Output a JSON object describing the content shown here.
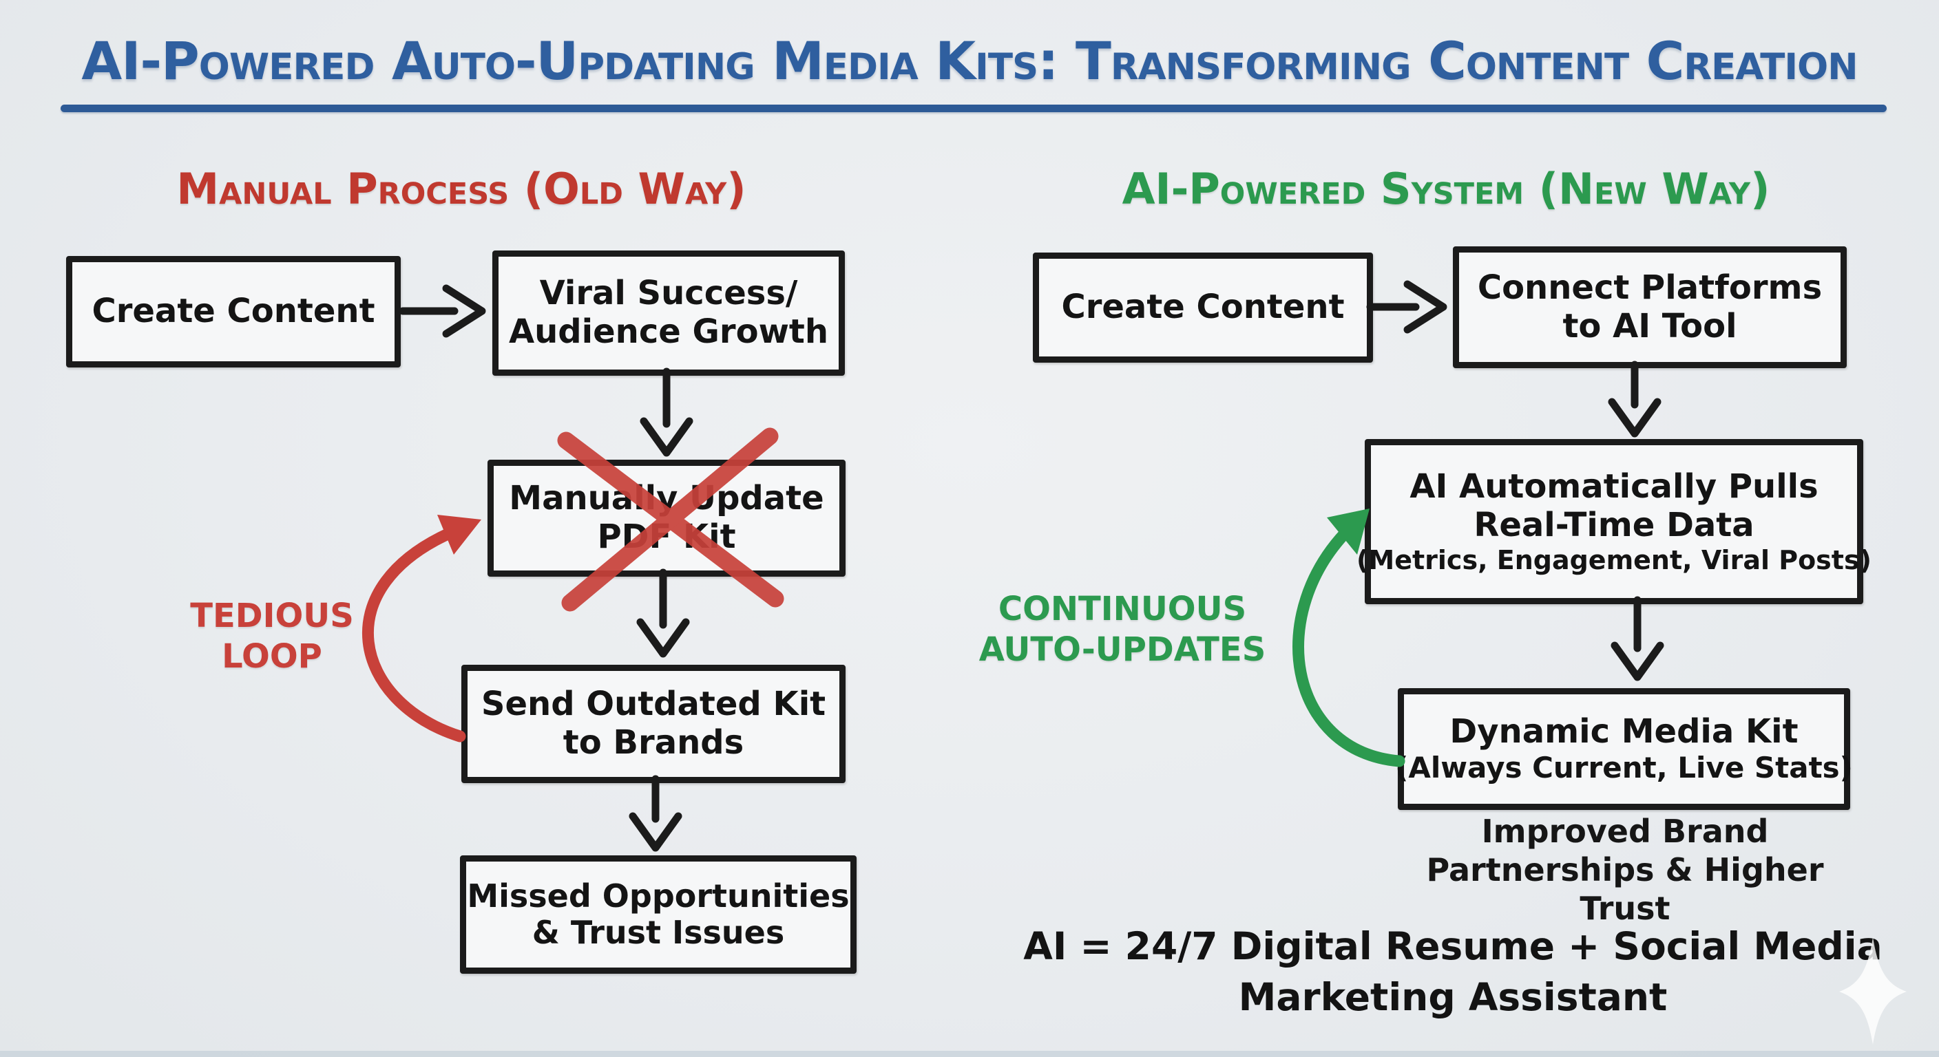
{
  "title": "AI-Powered Auto-Updating Media Kits: Transforming Content Creation",
  "colors": {
    "title_blue": "#2f5f9f",
    "negative_red": "#c8413a",
    "positive_green": "#2c9a4f",
    "ink_black": "#161616",
    "background": "#e9ecef",
    "box_fill": "#f6f7f8"
  },
  "left": {
    "header": "Manual Process (Old Way)",
    "box_create": "Create Content",
    "box_viral_l1": "Viral Success/",
    "box_viral_l2": "Audience Growth",
    "box_update_l1": "Manually Update",
    "box_update_l2": "PDF Kit",
    "loop_label": "TEDIOUS\nLOOP",
    "box_send_l1": "Send Outdated Kit",
    "box_send_l2": "to Brands",
    "box_missed_l1": "Missed Opportunities",
    "box_missed_l2": "& Trust Issues"
  },
  "right": {
    "header": "AI-Powered System (New Way)",
    "box_create": "Create Content",
    "box_connect_l1": "Connect Platforms",
    "box_connect_l2": "to AI Tool",
    "box_pulls_l1": "AI Automatically Pulls",
    "box_pulls_l2": "Real-Time Data",
    "box_pulls_l3": "(Metrics, Engagement, Viral Posts)",
    "loop_label": "CONTINUOUS\nAUTO-UPDATES",
    "box_dynamic_l1": "Dynamic Media Kit",
    "box_dynamic_l2": "(Always Current, Live Stats)",
    "outcome": "Improved Brand\nPartnerships & Higher Trust"
  },
  "footer": "AI = 24/7 Digital Resume + Social Media\nMarketing Assistant"
}
